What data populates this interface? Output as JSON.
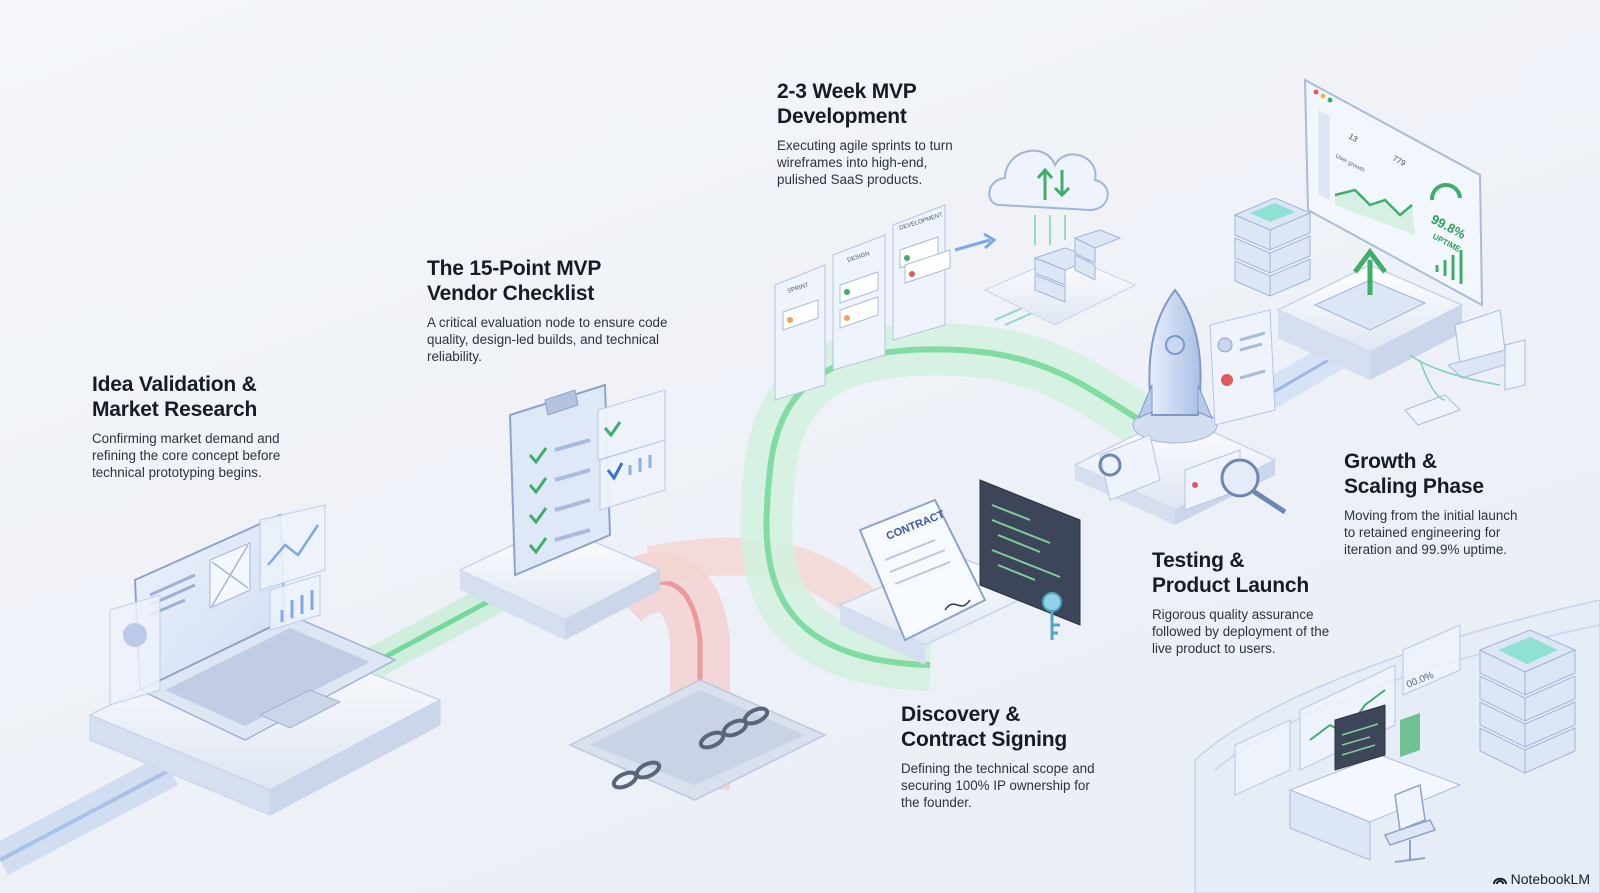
{
  "steps": [
    {
      "id": "idea",
      "title": "Idea Validation &\nMarket Research",
      "description": "Confirming market demand and\nrefining the core concept before\ntechnical prototyping begins."
    },
    {
      "id": "checklist",
      "title": "The 15-Point MVP\nVendor Checklist",
      "description": "A critical evaluation node to ensure code\nquality, design-led builds, and technical\nreliability."
    },
    {
      "id": "development",
      "title": "2-3 Week MVP\nDevelopment",
      "description": "Executing agile sprints to turn\nwireframes into high-end,\npulished SaaS products."
    },
    {
      "id": "discovery",
      "title": "Discovery &\nContract Signing",
      "description": "Defining the technical scope and\nsecuring 100% IP ownership for\nthe founder."
    },
    {
      "id": "testing",
      "title": "Testing &\nProduct Launch",
      "description": "Rigorous quality assurance\nfollowed by deployment of the\nlive product to users."
    },
    {
      "id": "growth",
      "title": "Growth &\nScaling Phase",
      "description": "Moving from the initial launch\nto retained engineering for\niteration and 99.9% uptime."
    }
  ],
  "illustration_text": {
    "contract": "CONTRACT",
    "board_col_1": "SPRINT",
    "board_col_2": "DESIGN",
    "board_col_3": "DEVELOPMENT",
    "uptime_value": "99.8%",
    "uptime_label": "UPTIME",
    "stat_1": "13",
    "stat_2": "779",
    "chart_label": "User growth",
    "mini_stat": "00.0%"
  },
  "brand": "NotebookLM",
  "colors": {
    "accent_green": "#5fd68a",
    "accent_red": "#e88a8a",
    "accent_blue": "#7ea8e8",
    "platform": "#e9eef8",
    "ink": "#161c27"
  }
}
